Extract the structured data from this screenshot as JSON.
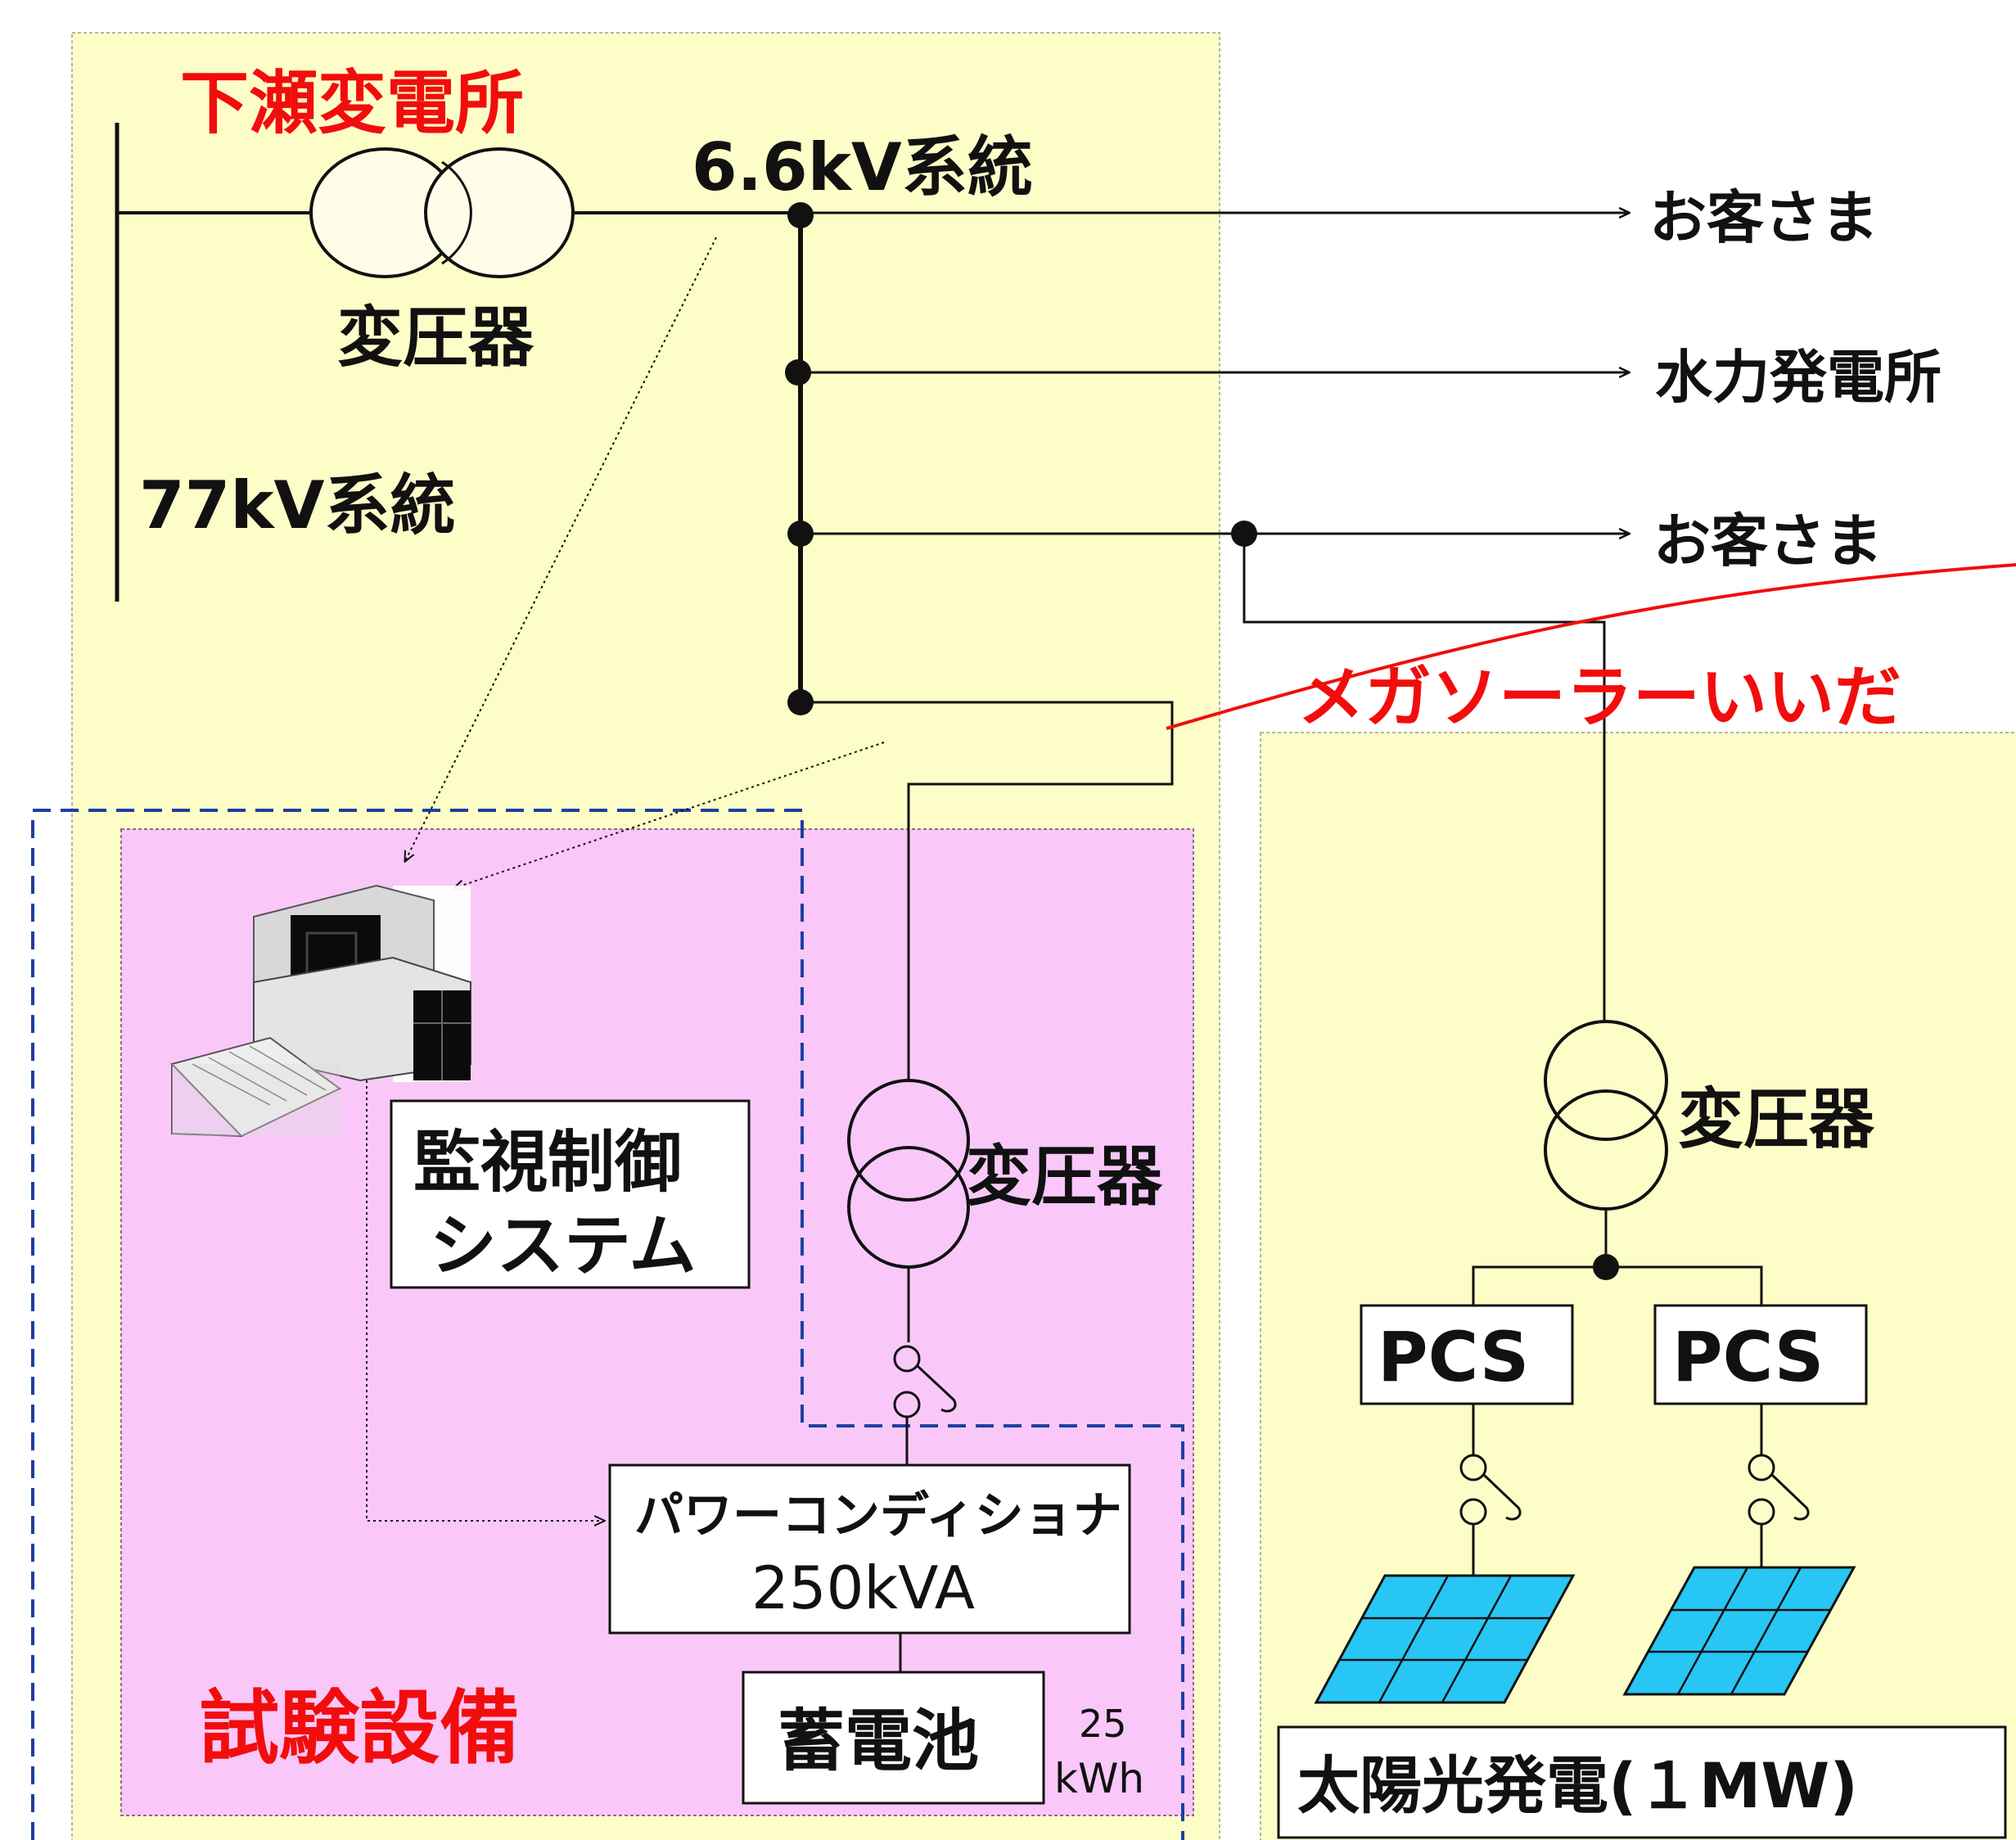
{
  "colors": {
    "substation_fill": "#fdfdc8",
    "test_area_fill": "#f9c8f9",
    "solar_area_fill": "#fdfdc8",
    "highlight_red": "#f20d0d",
    "dashed_blue": "#1e3fa0",
    "panel_blue": "#27c6f4"
  },
  "labels": {
    "substation_title": "下瀬変電所",
    "bus_6_6kv": "6.6kV系統",
    "bus_77kv": "77kV系統",
    "transformer_main": "変圧器",
    "feeder_customer_1": "お客さま",
    "feeder_hydro": "水力発電所",
    "feeder_customer_2": "お客さま",
    "mega_solar_name": "メガソーラーいいだ",
    "monitoring_line1": "監視制御",
    "monitoring_line2": "システム",
    "transformer_test": "変圧器",
    "pcs_main_line1": "パワーコンディショナ",
    "pcs_main_line2": "250kVA",
    "battery": "蓄電池",
    "battery_capacity_line1": "25",
    "battery_capacity_line2": "kWh",
    "test_facility": "試験設備",
    "transformer_solar": "変圧器",
    "pcs_left": "PCS",
    "pcs_right": "PCS",
    "solar_title": "太陽光発電(１MW)"
  },
  "icons": {
    "computer": "desktop-computer-icon",
    "switch": "disconnect-switch-icon",
    "solar_panel": "solar-panel-icon",
    "transformer": "transformer-symbol"
  }
}
